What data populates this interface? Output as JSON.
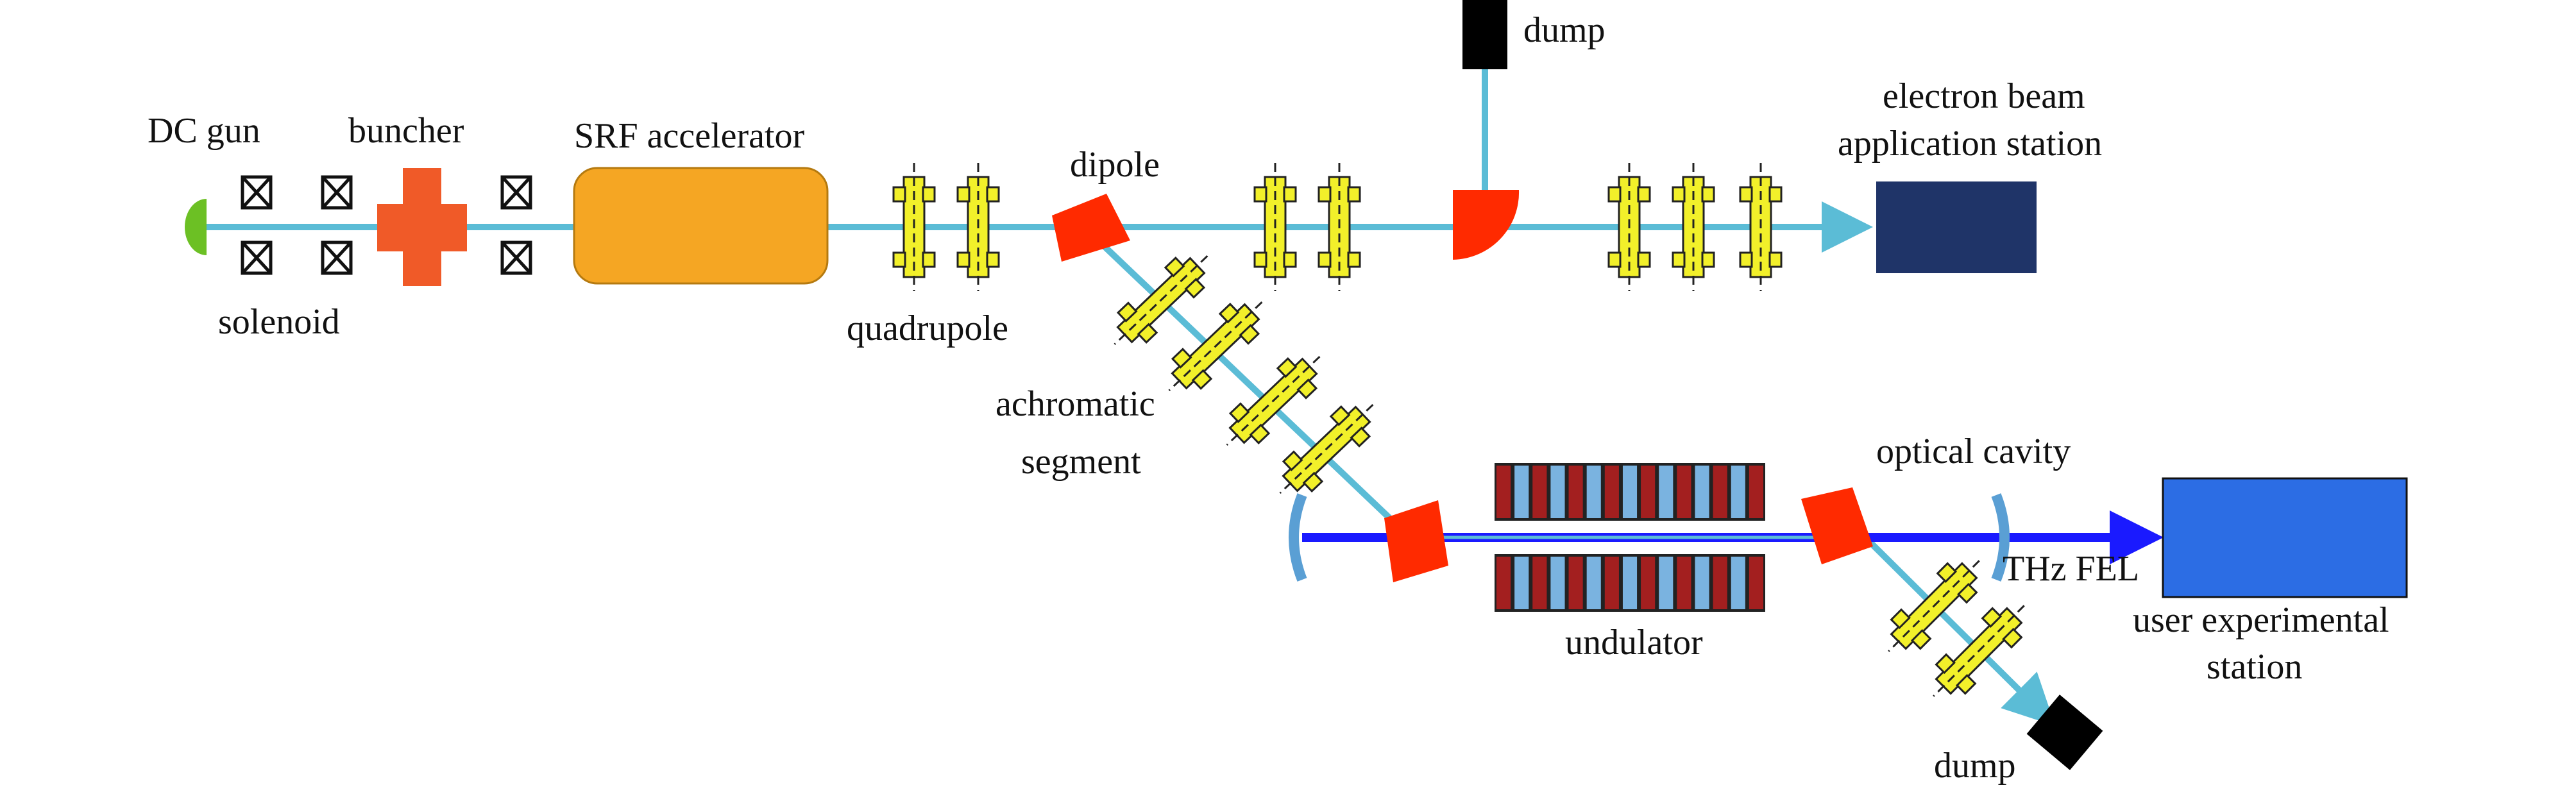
{
  "labels": {
    "dc_gun": "DC gun",
    "buncher": "buncher",
    "solenoid": "solenoid",
    "srf_accelerator": "SRF accelerator",
    "dipole": "dipole",
    "quadrupole": "quadrupole",
    "dump_top": "dump",
    "electron_beam_line1": "electron beam",
    "electron_beam_line2": "application station",
    "achromatic_line1": "achromatic",
    "achromatic_line2": "segment",
    "optical_cavity": "optical cavity",
    "thz_fel": "THz FEL",
    "undulator": "undulator",
    "user_station_line1": "user experimental",
    "user_station_line2": "station",
    "dump_bottom": "dump"
  },
  "colors": {
    "beam": "#5bbcd6",
    "fel_beam": "#1a1aff",
    "dc_gun": "#6cc024",
    "buncher": "#f05a28",
    "srf_accelerator": "#f5a623",
    "dipole": "#ff2a00",
    "quadrupole": "#f2f02a",
    "dump": "#000000",
    "electron_station": "#1f3468",
    "user_station": "#2c6de4",
    "undulator_red": "#a31f1f",
    "undulator_blue": "#7ab3e0",
    "mirror": "#5a9fd4"
  }
}
